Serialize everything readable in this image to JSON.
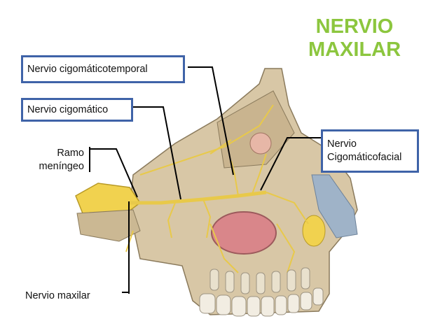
{
  "title": {
    "line1": "NERVIO",
    "line2": "MAXILAR"
  },
  "labels": {
    "cigomaticotemporal": "Nervio cigomáticotemporal",
    "cigomatico": "Nervio cigomático",
    "ramo_line1": "Ramo",
    "ramo_line2": "meníngeo",
    "cigomaticofacial_line1": "Nervio",
    "cigomaticofacial_line2": "Cigomáticofacial",
    "maxilar": "Nervio maxilar"
  },
  "colors": {
    "title": "#8cc63e",
    "box_border": "#3f63a8",
    "nerve": "#e8c94a",
    "bone": "#d8c7a6"
  }
}
